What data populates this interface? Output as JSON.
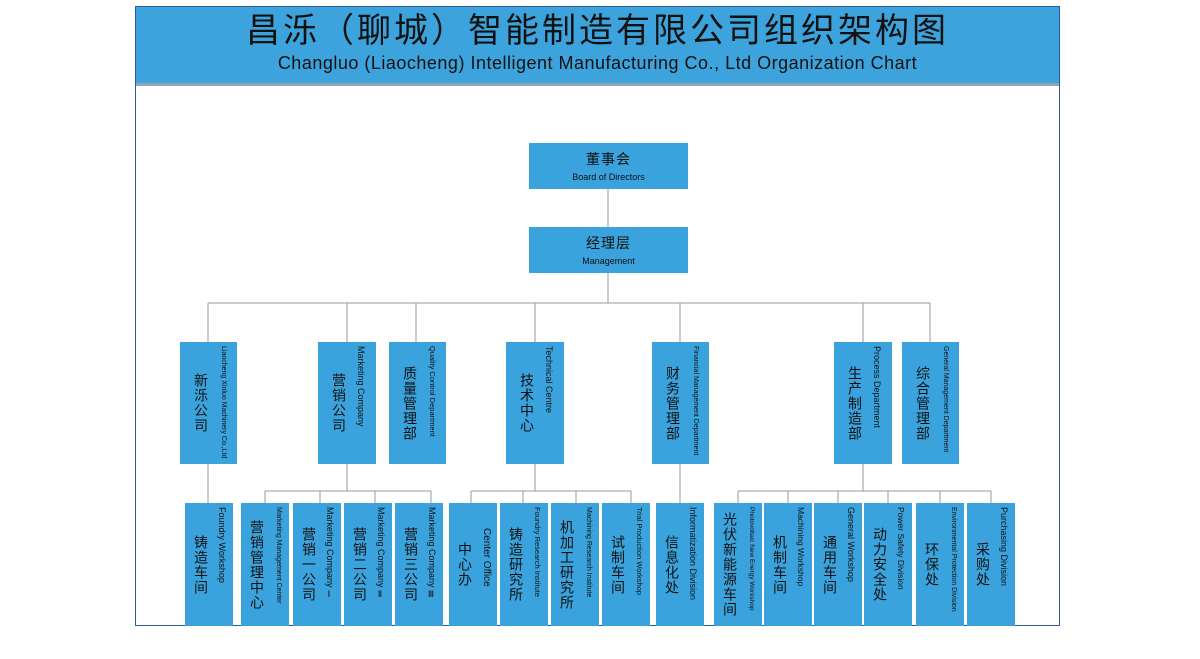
{
  "header": {
    "title_zh": "昌泺（聊城）智能制造有限公司组织架构图",
    "title_en": "Changluo (Liaocheng) Intelligent Manufacturing Co., Ltd Organization Chart"
  },
  "top": {
    "board": {
      "zh": "董事会",
      "en": "Board of Directors"
    },
    "management": {
      "zh": "经理层",
      "en": "Management"
    }
  },
  "departments": [
    {
      "zh": "新泺公司",
      "en": "Liaocheng Xinluo Machinery Co.,Ltd"
    },
    {
      "zh": "营销公司",
      "en": "Marketing Company"
    },
    {
      "zh": "质量管理部",
      "en": "Quality Control Department"
    },
    {
      "zh": "技术中心",
      "en": "Technical Centre"
    },
    {
      "zh": "财务管理部",
      "en": "Financial Management Department"
    },
    {
      "zh": "生产制造部",
      "en": "Process Department"
    },
    {
      "zh": "综合管理部",
      "en": "General Management Department"
    }
  ],
  "units": [
    {
      "zh": "铸造车间",
      "en": "Foundry Workshop"
    },
    {
      "zh": "营销管理中心",
      "en": "Marketing Management Center"
    },
    {
      "zh": "营销一公司",
      "en": "Marketing Company Ⅰ"
    },
    {
      "zh": "营销二公司",
      "en": "Marketing Company Ⅱ"
    },
    {
      "zh": "营销三公司",
      "en": "Marketing Company Ⅲ"
    },
    {
      "zh": "中心办",
      "en": "Center Office"
    },
    {
      "zh": "铸造研究所",
      "en": "Foundry Research Institute"
    },
    {
      "zh": "机加工研究所",
      "en": "Machining Research Institute"
    },
    {
      "zh": "试制车间",
      "en": "Trial Production Workshop"
    },
    {
      "zh": "信息化处",
      "en": "Informatization Division"
    },
    {
      "zh": "光伏新能源车间",
      "en": "Photovoltaic New Energy Workshop"
    },
    {
      "zh": "机制车间",
      "en": "Machining Workshop"
    },
    {
      "zh": "通用车间",
      "en": "General Workshop"
    },
    {
      "zh": "动力安全处",
      "en": "Power Safety Division"
    },
    {
      "zh": "环保处",
      "en": "Environmental Protection Division"
    },
    {
      "zh": "采购处",
      "en": "Purchasing Division"
    }
  ],
  "colors": {
    "box": "#3aa2dc",
    "line": "#9a9a9a",
    "border": "#2a5aa0"
  }
}
